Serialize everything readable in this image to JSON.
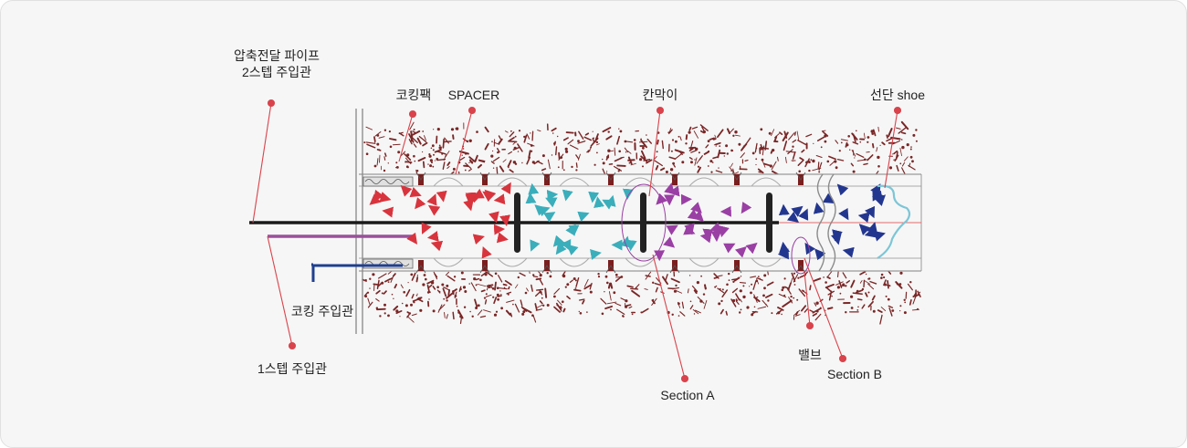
{
  "labels": {
    "pipe2_line1": "압축전달 파이프",
    "pipe2_line2": "2스텝 주입관",
    "caulking_pack": "코킹팩",
    "spacer": "SPACER",
    "partition": "칸막이",
    "shoe": "선단 shoe",
    "caulking_pipe": "코킹 주입관",
    "pipe1": "1스텝 주입관",
    "valve": "밸브",
    "section_b": "Section B",
    "section_a": "Section A"
  },
  "colors": {
    "background": "#f6f6f6",
    "leader": "#d9434b",
    "soil": "#7a2626",
    "pipe_black": "#1a1a1a",
    "pipe_purple": "#9a4f9a",
    "pipe_blue": "#1f3f8f",
    "arrow_red": "#d8343d",
    "arrow_cyan": "#3aaebb",
    "arrow_purple": "#9a3fa4",
    "arrow_navy": "#23368f",
    "shoe": "#7cc6d6"
  }
}
